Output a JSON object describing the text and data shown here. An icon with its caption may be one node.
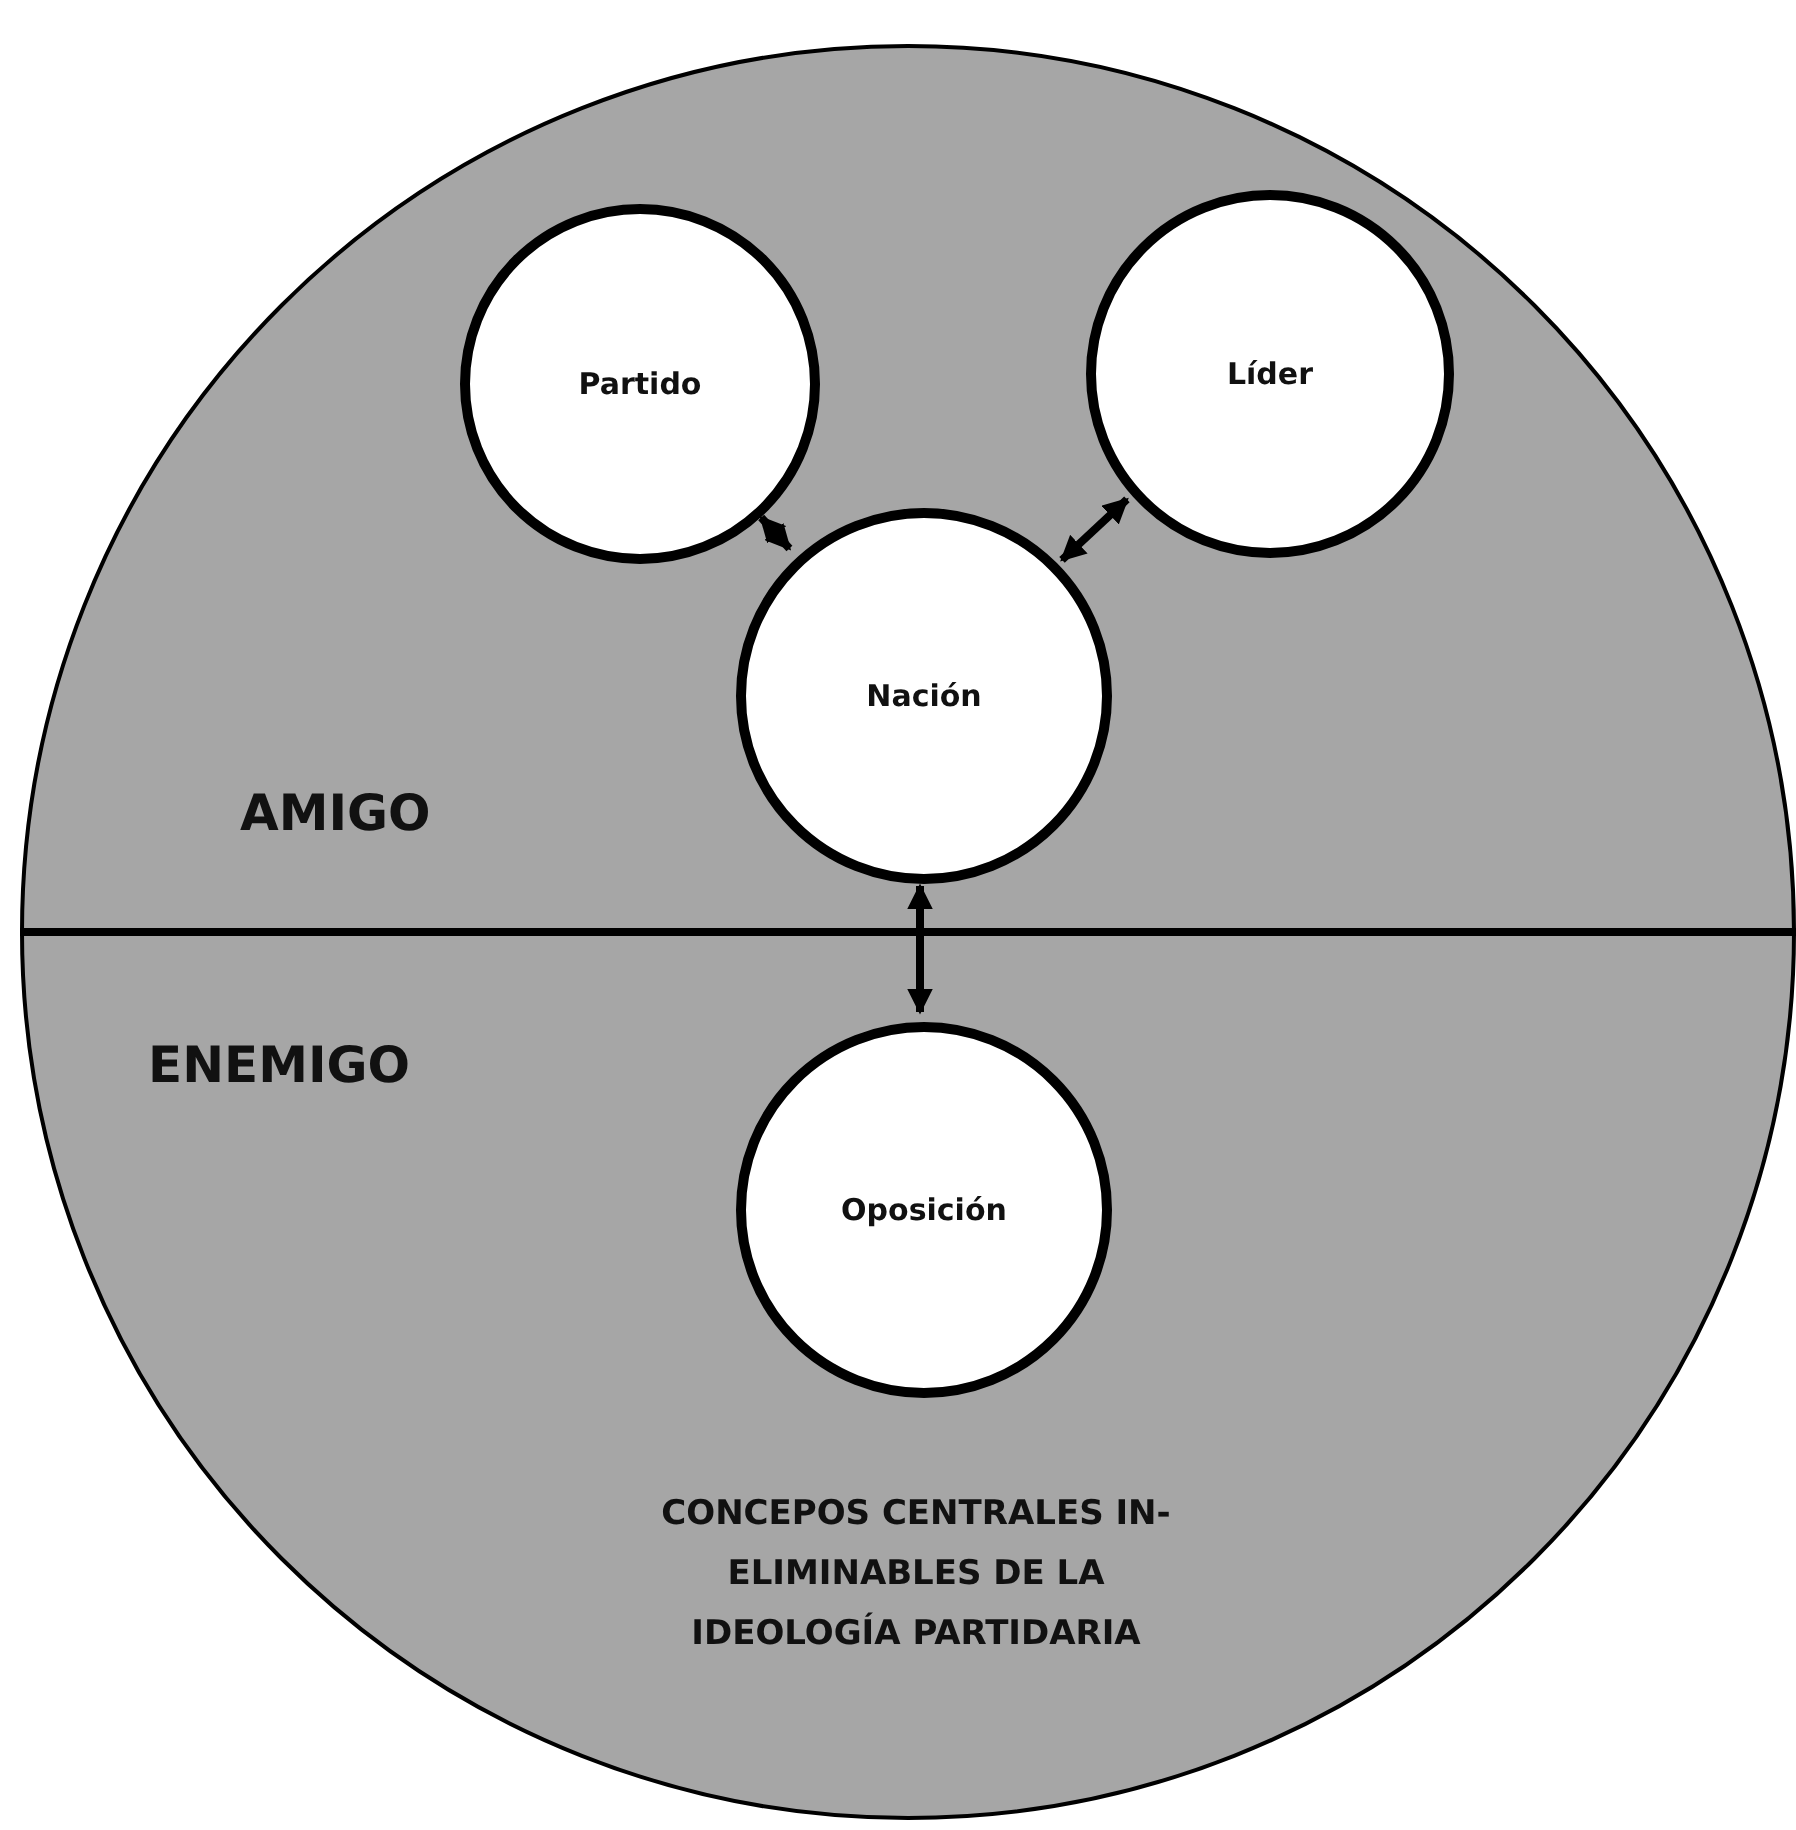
{
  "diagram": {
    "nodes": [
      {
        "text": [
          "AMIGO",
          "ENEMIGO",
          "CONCEPOS CENTRALES IN-ELIMINABLES DE LA IDEOLOGÍA PARTIDARIA"
        ]
      },
      {
        "text": [
          "Partido"
        ],
        "in": 0
      },
      {
        "text": [
          "Líder"
        ],
        "in": 0
      },
      {
        "text": [
          "Nación"
        ],
        "in": 0
      },
      {
        "text": [
          "Oposición"
        ],
        "in": 0
      }
    ],
    "edges": [
      {
        "from": 1,
        "to": 3,
        "arrow": "both"
      },
      {
        "from": 2,
        "to": 3,
        "arrow": "both"
      },
      {
        "from": 3,
        "to": 4,
        "arrow": "both"
      }
    ]
  }
}
